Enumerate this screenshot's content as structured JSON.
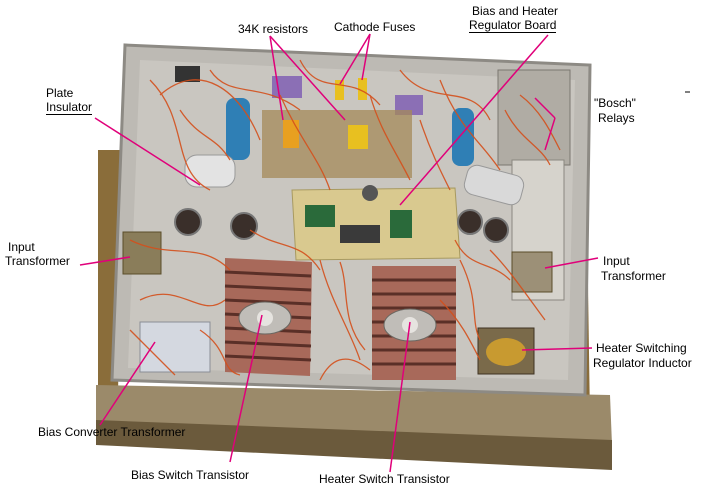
{
  "image": {
    "subject": "amplifier-chassis-photo"
  },
  "colors": {
    "leader": "#e0007a",
    "chassis": "#bfbcb7",
    "wire": "#d4501c",
    "heatsink": "#b06e5f",
    "board": "#d8c890"
  },
  "labels": {
    "resistors_34k": "34K resistors",
    "cathode_fuses": "Cathode Fuses",
    "bias_heater_board_l1": "Bias and Heater",
    "bias_heater_board_l2": "Regulator Board",
    "plate_insulator_l1": "Plate",
    "plate_insulator_l2": "Insulator",
    "bosch_relays_l1": "\"Bosch\"",
    "bosch_relays_l2": "Relays",
    "input_transformer_left_l1": "Input",
    "input_transformer_left_l2": "Transformer",
    "input_transformer_right_l1": "Input",
    "input_transformer_right_l2": "Transformer",
    "heater_inductor_l1": "Heater Switching",
    "heater_inductor_l2": "Regulator Inductor",
    "bias_converter_transformer": "Bias Converter Transformer",
    "bias_switch_transistor": "Bias Switch Transistor",
    "heater_switch_transistor": "Heater Switch Transistor"
  }
}
